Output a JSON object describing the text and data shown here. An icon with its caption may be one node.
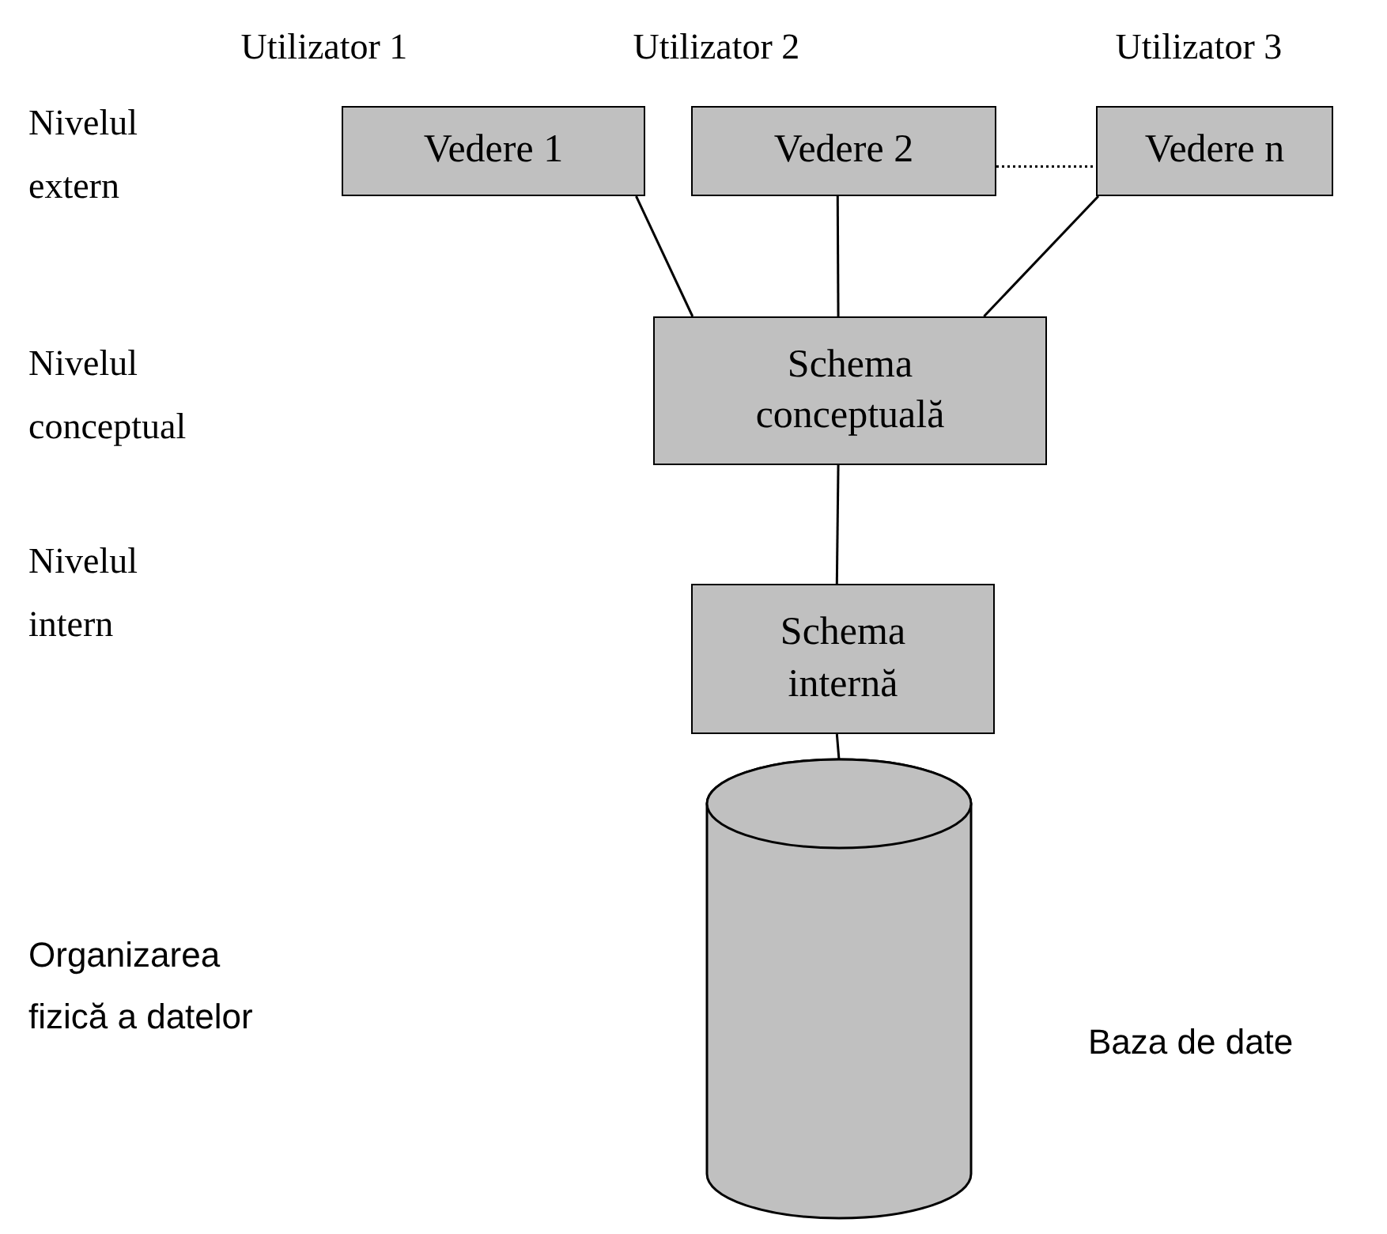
{
  "diagram": {
    "nodes": [
      {
        "text": [
          "Vedere 1"
        ]
      },
      {
        "text": [
          "Vedere 2"
        ]
      },
      {
        "text": [
          "Vedere n"
        ]
      },
      {
        "text": [
          "Schema conceptuală"
        ]
      },
      {
        "text": [
          "Schema internă"
        ]
      },
      {
        "text": [],
        "shape": "cylinder",
        "beside": [
          "Baza de date"
        ]
      }
    ],
    "edges": [
      {
        "from": 0,
        "to": 3,
        "arrow": "none"
      },
      {
        "from": 1,
        "to": 3,
        "arrow": "none"
      },
      {
        "from": 2,
        "to": 3,
        "arrow": "none"
      },
      {
        "from": 1,
        "to": 2,
        "arrow": "none",
        "style": "dashed"
      },
      {
        "from": 3,
        "to": 4,
        "arrow": "none"
      },
      {
        "from": 4,
        "to": 5,
        "arrow": "none"
      }
    ],
    "labels": [
      "Utilizator 1",
      "Utilizator 2",
      "Utilizator 3",
      "Nivelul extern",
      "Nivelul conceptual",
      "Nivelul intern",
      "Organizarea fizică a datelor"
    ]
  }
}
